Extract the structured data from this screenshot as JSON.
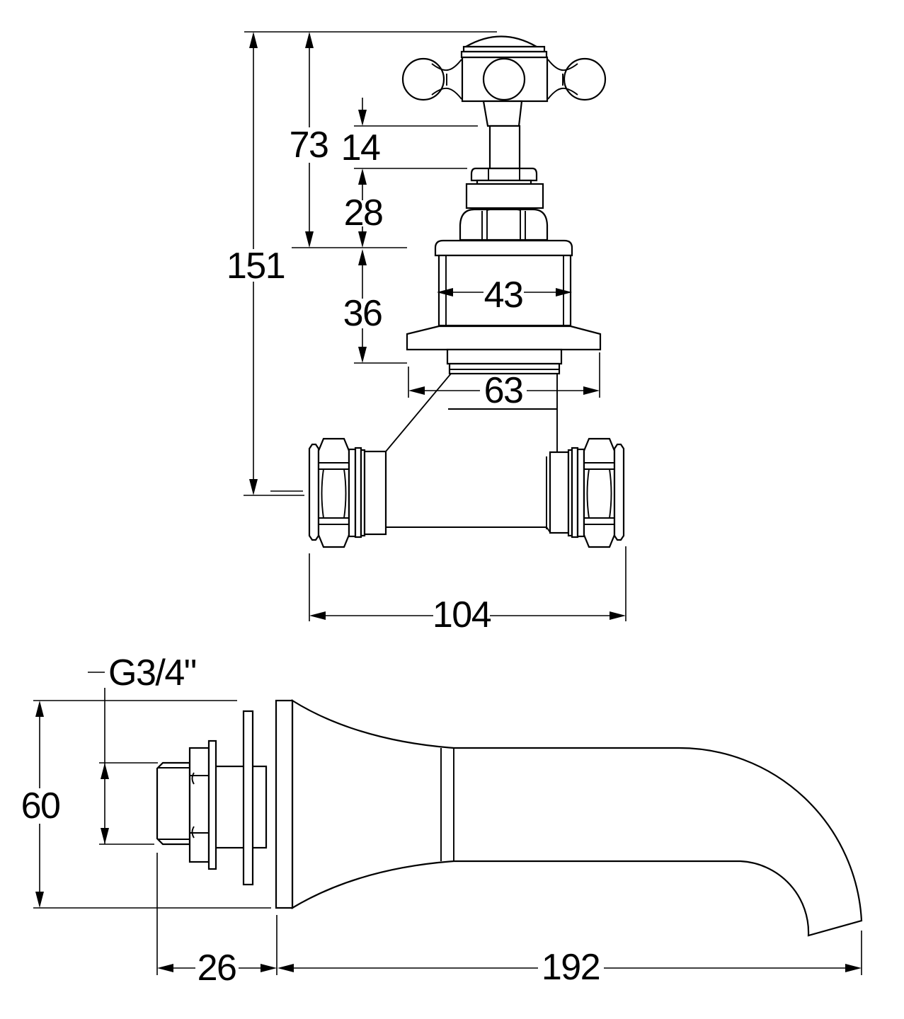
{
  "canvas": {
    "background": "#ffffff",
    "line_color": "#000000"
  },
  "drawing": {
    "type": "technical-dimension-drawing",
    "views": {
      "valve_front_view": "cross-head wall valve with tee compression fitting",
      "spout_side_view": "wall-mounted bath spout"
    }
  },
  "dimensions": {
    "valve": {
      "overall_height": "151",
      "handle_height": "73",
      "handle_to_nut": "14",
      "nut_section": "28",
      "body_section": "36",
      "body_width": "43",
      "flange_width": "63",
      "fitting_width": "104"
    },
    "spout": {
      "thread": "G3/4\"",
      "inlet_height": "60",
      "wall_section": "26",
      "reach": "192"
    }
  }
}
